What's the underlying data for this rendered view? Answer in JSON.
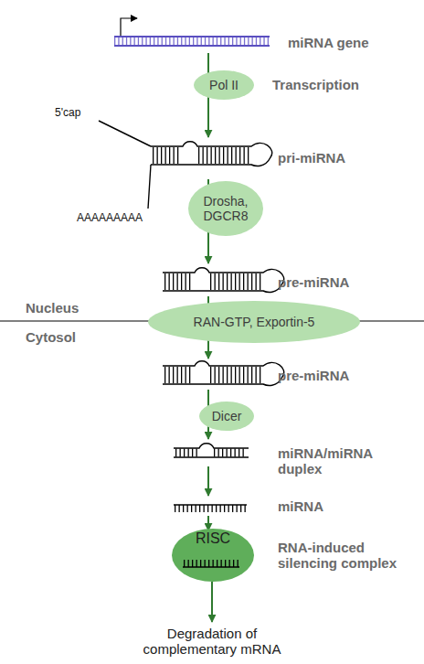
{
  "diagram": {
    "nodes": [
      {
        "text": [
          "Pol II"
        ]
      },
      {
        "text": [
          "Drosha, DGCR8"
        ]
      },
      {
        "text": [
          "RAN-GTP, Exportin-5"
        ]
      },
      {
        "text": [
          "Dicer"
        ]
      },
      {
        "text": [
          "RISC"
        ]
      }
    ],
    "labels": [
      "miRNA gene",
      "Transcription",
      "5'cap",
      "pri-miRNA",
      "AAAAAAAAA",
      "pre-miRNA",
      "Nucleus",
      "Cytosol",
      "pre-miRNA",
      "miRNA/miRNA duplex",
      "miRNA",
      "RNA-induced silencing complex",
      "Degradation of complementary mRNA"
    ]
  }
}
